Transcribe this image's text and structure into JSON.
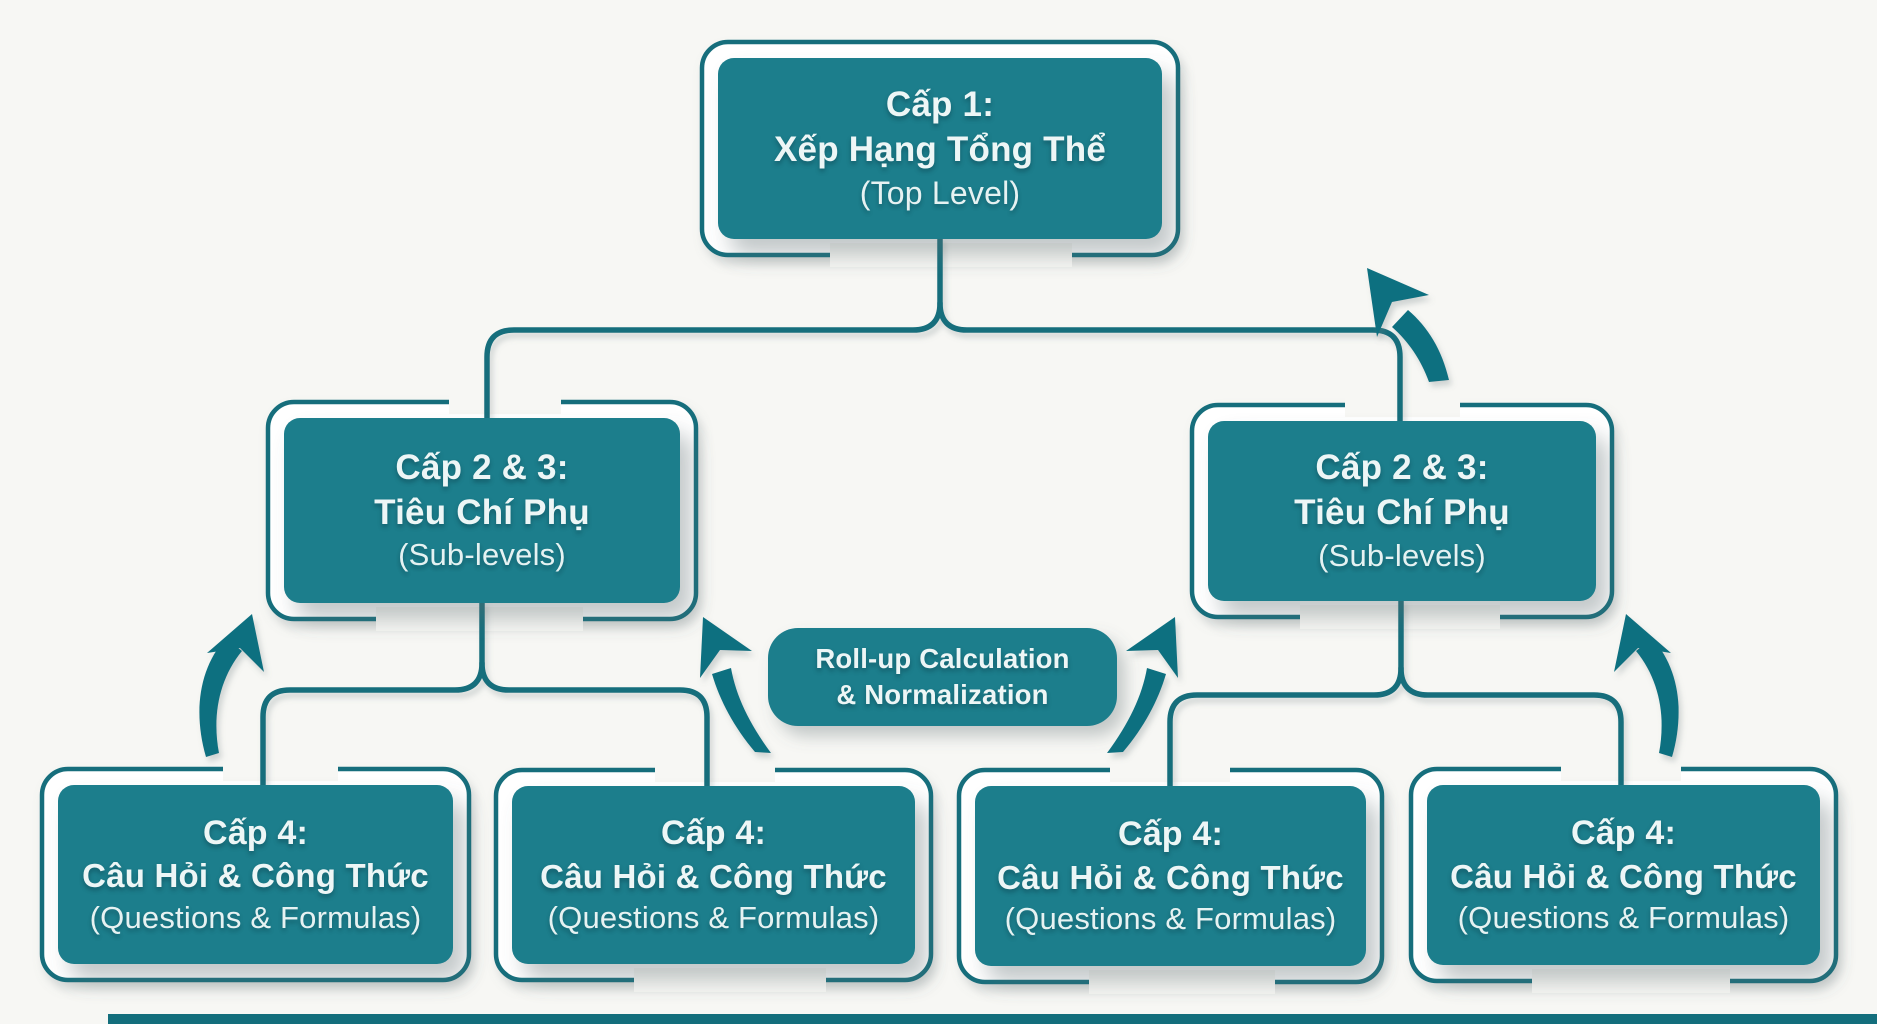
{
  "diagram": {
    "background": "#f7f7f4",
    "colors": {
      "box_fill": "#1e7e8c",
      "outline_and_connector": "#136e7c",
      "arrow": "#0f7080",
      "text": "#edf6f6",
      "bottom_bar": "#136e7c"
    },
    "top_box": {
      "line1": "Cấp 1:",
      "line2": "Xếp Hạng Tổng Thể",
      "line3": "(Top Level)"
    },
    "mid_left_box": {
      "line1": "Cấp 2 & 3:",
      "line2": "Tiêu Chí Phụ",
      "line3": "(Sub-levels)"
    },
    "mid_right_box": {
      "line1": "Cấp 2 & 3:",
      "line2": "Tiêu Chí Phụ",
      "line3": "(Sub-levels)"
    },
    "rollup_box": {
      "line1": "Roll-up Calculation",
      "line2": "& Normalization"
    },
    "bottom_boxes": [
      {
        "line1": "Cấp 4:",
        "line2": "Câu Hỏi & Công Thức",
        "line3": "(Questions & Formulas)"
      },
      {
        "line1": "Cấp 4:",
        "line2": "Câu Hỏi & Công Thức",
        "line3": "(Questions & Formulas)"
      },
      {
        "line1": "Cấp 4:",
        "line2": "Câu Hỏi & Công Thức",
        "line3": "(Questions & Formulas)"
      },
      {
        "line1": "Cấp 4:",
        "line2": "Câu Hỏi & Công Thức",
        "line3": "(Questions & Formulas)"
      }
    ]
  }
}
